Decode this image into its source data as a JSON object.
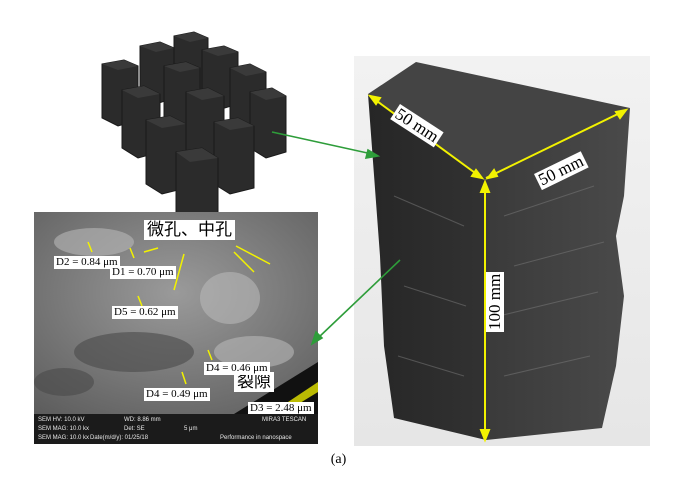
{
  "caption": "(a)",
  "dimensions": {
    "top_edge": "50 mm",
    "side_edge": "50 mm",
    "height": "100 mm"
  },
  "sem": {
    "pore_label": "微孔、中孔",
    "crack_label": "裂隙",
    "measurements": {
      "d1": "D1 = 0.70 μm",
      "d2": "D2 = 0.84 μm",
      "d3": "D3 = 2.48 μm",
      "d4a": "D4 = 0.46 μm",
      "d4b": "D4 = 0.49 μm",
      "d5": "D5 = 0.62 μm"
    },
    "footer": {
      "hv": "SEM HV: 10.0 kV",
      "wd": "WD: 8.86 mm",
      "mag1": "SEM MAG: 10.0 kx",
      "det": "Det: SE",
      "mag2": "SEM MAG: 10.0 kx",
      "date": "Date(m/d/y): 01/25/18",
      "scale": "5 μm",
      "brand": "MIRA3 TESCAN",
      "slogan": "Performance in nanospace"
    }
  },
  "colors": {
    "arrow": "#2e9d3a",
    "dimension_line": "#f2f200",
    "coal": "#2a2a2a"
  }
}
